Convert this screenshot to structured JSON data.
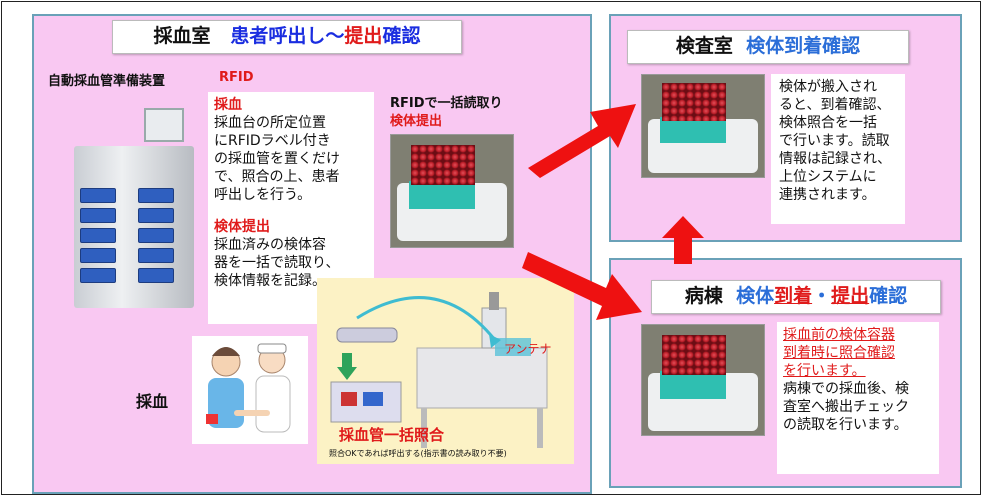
{
  "left_panel": {
    "title_part1": "採血室",
    "title_part2": "患者呼出し〜",
    "title_part3": "提出",
    "title_part4": "確認",
    "device_label": "自動採血管準備装置",
    "rfid_label": "RFID",
    "rfid_read_label": "RFIDで一括読取り",
    "specimen_submit_label": "検体提出",
    "desc": {
      "heading1": "採血",
      "lines1": [
        "採血台の所定位置",
        "にRFIDラベル付き",
        "の採血管を置くだけ",
        "で、照合の上、患者",
        "呼出しを行う。"
      ],
      "heading2": "検体提出",
      "lines2": [
        "採血済みの検体容",
        "器を一括で読取り、",
        "検体情報を記録。"
      ]
    },
    "blood_draw_label": "採血",
    "antenna_label": "アンテナ",
    "batch_match_label": "採血管一括照合",
    "batch_match_note": "照合OKであれば呼出する(指示書の読み取り不要)"
  },
  "lab_panel": {
    "title_part1": "検査室",
    "title_part2": "検体到着確認",
    "desc_lines": [
      "検体が搬入され",
      "ると、到着確認、",
      "検体照合を一括",
      "で行います。読取",
      "情報は記録され、",
      "上位システムに",
      "連携されます。"
    ]
  },
  "ward_panel": {
    "title_part1": "病棟",
    "title_part2": "検体",
    "title_part3": "到着",
    "title_part4": "・",
    "title_part5": "提出",
    "title_part6": "確認",
    "desc_red_lines": [
      "採血前の検体容器",
      "到着時に照合確認",
      "を行います。"
    ],
    "desc_lines": [
      "病棟での採血後、検",
      "査室へ搬出チェック",
      "の読取を行います。"
    ]
  },
  "colors": {
    "panel_fill": "#f9c8f2",
    "panel_border": "#6aa1b8",
    "accent_red": "#e01b1b",
    "accent_blue": "#1a2de0"
  }
}
